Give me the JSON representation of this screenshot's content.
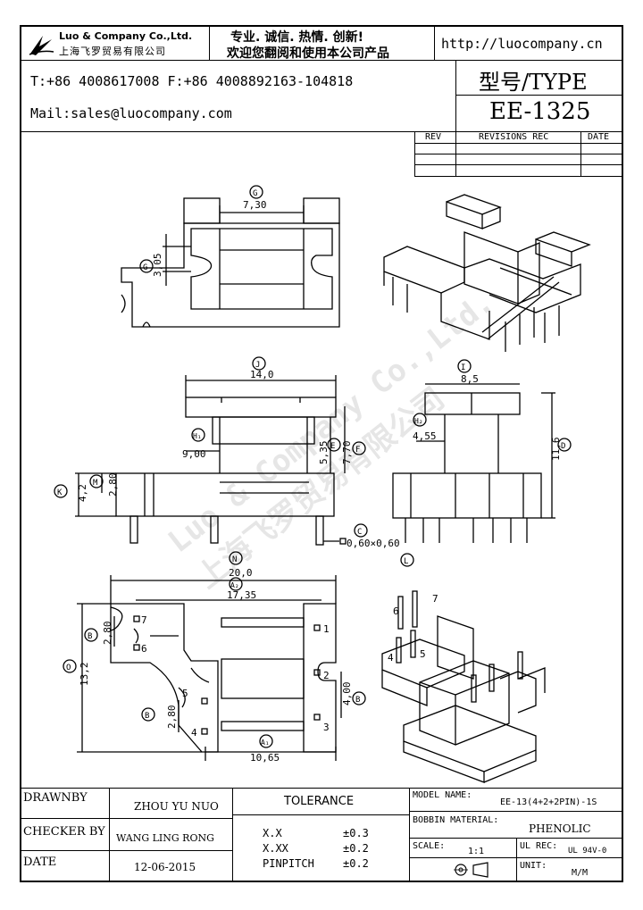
{
  "header": {
    "company_en": "Luo & Company Co.,Ltd.",
    "company_cn": "上海飞罗贸易有限公司",
    "slogan_1": "专业. 诚信.  热情.  创新!",
    "slogan_2": "欢迎您翻阅和使用本公司产品",
    "url": "http://luocompany.cn",
    "phone_fax": "T:+86 4008617008 F:+86 4008892163-104818",
    "mail": "Mail:sales@luocompany.com",
    "type_label": "型号/TYPE",
    "model": "EE-1325"
  },
  "revisions": {
    "col_rev": "REV",
    "col_rec": "REVISIONS REC",
    "col_date": "DATE"
  },
  "watermark": {
    "en": "Luo & Company Co.,Ltd.",
    "cn": "上海飞罗贸易有限公司"
  },
  "dimensions": {
    "g_val": "7,30",
    "g2_val": "3,05",
    "j_val": "14,0",
    "i_val": "8,5",
    "h1_val": "9,00",
    "h2_val": "4,55",
    "e_val": "5,35",
    "f_val": "7,70",
    "d_val": "11,6",
    "k_val": "4,2",
    "m_val": "2,80",
    "c_val": "0,60×0,60",
    "n_val": "20,0",
    "a2_val": "17,35",
    "b_val": "2,80",
    "o_val": "13,2",
    "b1_val": "2,80",
    "b2_val": "4,00",
    "a1_val": "10,65",
    "labels": {
      "g": "G",
      "g2": "G",
      "j": "J",
      "i": "I",
      "h1": "H₁",
      "h2": "H₂",
      "e": "E",
      "f": "F",
      "d": "D",
      "k": "K",
      "m": "M",
      "c": "C",
      "l": "L",
      "n": "N",
      "a2": "A₂",
      "b": "B",
      "o": "O",
      "b1": "B",
      "b2": "B",
      "a1": "A₁"
    },
    "pins_left": [
      "7",
      "6",
      "5",
      "4"
    ],
    "pins_right": [
      "1",
      "2",
      "3"
    ],
    "pins_iso": [
      "6",
      "7",
      "4",
      "5"
    ]
  },
  "titleblock": {
    "drawnby_label": "DRAWNBY",
    "drawnby_value": "ZHOU YU NUO",
    "checker_label": "CHECKER BY",
    "checker_value": "WANG LING RONG",
    "date_label": "DATE",
    "date_value": "12-06-2015",
    "tolerance_label": "TOLERANCE",
    "tol_rows": [
      {
        "k": "X.X",
        "v": "±0.3"
      },
      {
        "k": "X.XX",
        "v": "±0.2"
      },
      {
        "k": "PINPITCH",
        "v": "±0.2"
      }
    ],
    "model_name_label": "MODEL NAME:",
    "model_name_value": "EE-13(4+2+2PIN)-1S",
    "bobbin_label": "BOBBIN MATERIAL:",
    "bobbin_value": "PHENOLIC",
    "scale_label": "SCALE:",
    "scale_value": "1:1",
    "ul_label": "UL REC:",
    "ul_value": "UL 94V-0",
    "unit_label": "UNIT:",
    "unit_value": "M/M"
  }
}
